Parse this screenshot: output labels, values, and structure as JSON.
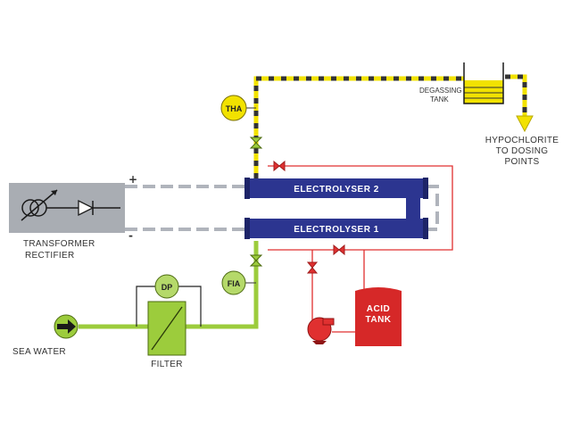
{
  "nodes": {
    "tha": "THA",
    "dp": "DP",
    "fia": "FIA",
    "electrolyser2": "ELECTROLYSER 2",
    "electrolyser1": "ELECTROLYSER 1",
    "acid_tank_line1": "ACID",
    "acid_tank_line2": "TANK",
    "degassing_line1": "DEGASSING",
    "degassing_line2": "TANK",
    "hypochlorite_line1": "HYPOCHLORITE",
    "hypochlorite_line2": "TO DOSING",
    "hypochlorite_line3": "POINTS",
    "transformer_line1": "TRANSFORMER",
    "transformer_line2": "RECTIFIER",
    "sea_water": "SEA WATER",
    "filter": "FILTER",
    "plus": "+",
    "minus": "-"
  },
  "colors": {
    "sea_water_line": "#9ccc3c",
    "hypochlorite_line": "#f2e200",
    "acid_line": "#e03030",
    "electrolyser": "#2c3590",
    "dc_line": "#b0b4bc",
    "transformer_box": "#a9adb3",
    "instrument": "#b5d96a",
    "tha_instrument": "#f2e200",
    "acid_tank": "#d62828"
  }
}
